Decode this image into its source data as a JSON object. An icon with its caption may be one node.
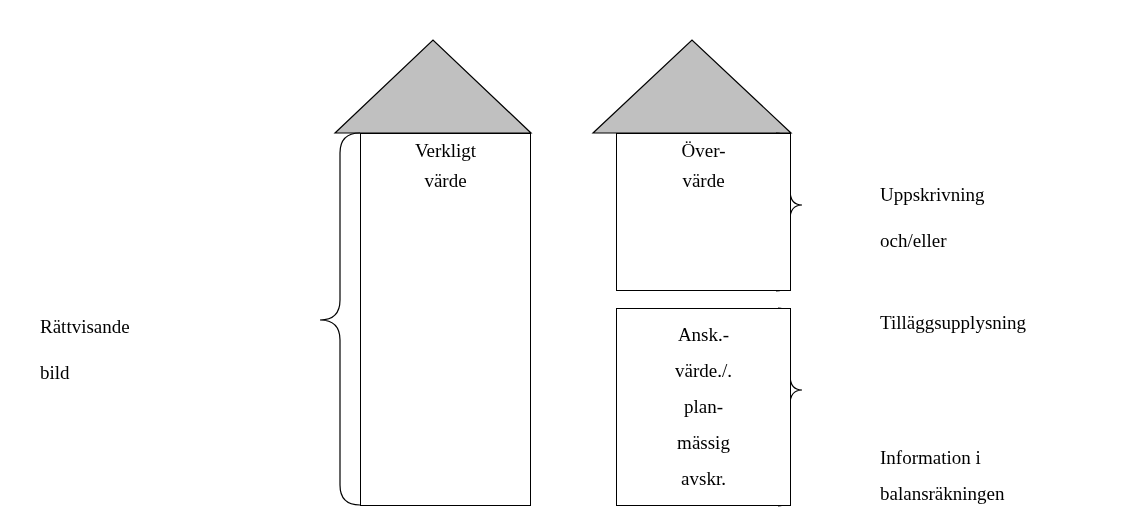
{
  "diagram": {
    "nodes": [
      {
        "text": [],
        "shape": "triangle"
      },
      {
        "text": [
          "Verkligt värde"
        ]
      },
      {
        "text": [],
        "shape": "triangle"
      },
      {
        "text": [
          "Över- värde"
        ]
      },
      {
        "text": [
          "Ansk.- värde./. plan- mässig avskr."
        ]
      }
    ],
    "labels": [
      "Rättvisande bild",
      "Uppskrivning och/eller",
      "Tilläggsupplysning",
      "Information i balansräkningen"
    ]
  }
}
